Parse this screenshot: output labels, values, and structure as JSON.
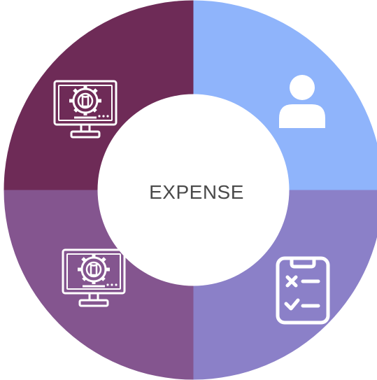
{
  "center": {
    "label": "EXPENSE"
  },
  "segments": [
    {
      "id": "top-left",
      "icon": "monitor-gear-icon",
      "color": "#6e2b57"
    },
    {
      "id": "top-right",
      "icon": "user-icon",
      "color": "#8fb4fb"
    },
    {
      "id": "bottom-right",
      "icon": "checklist-clipboard-icon",
      "color": "#8b80c8"
    },
    {
      "id": "bottom-left",
      "icon": "monitor-gear-icon",
      "color": "#84558f"
    }
  ],
  "colors": {
    "center_fill": "#ffffff",
    "label_color": "#4a4a4a",
    "icon_stroke": "#ffffff"
  }
}
